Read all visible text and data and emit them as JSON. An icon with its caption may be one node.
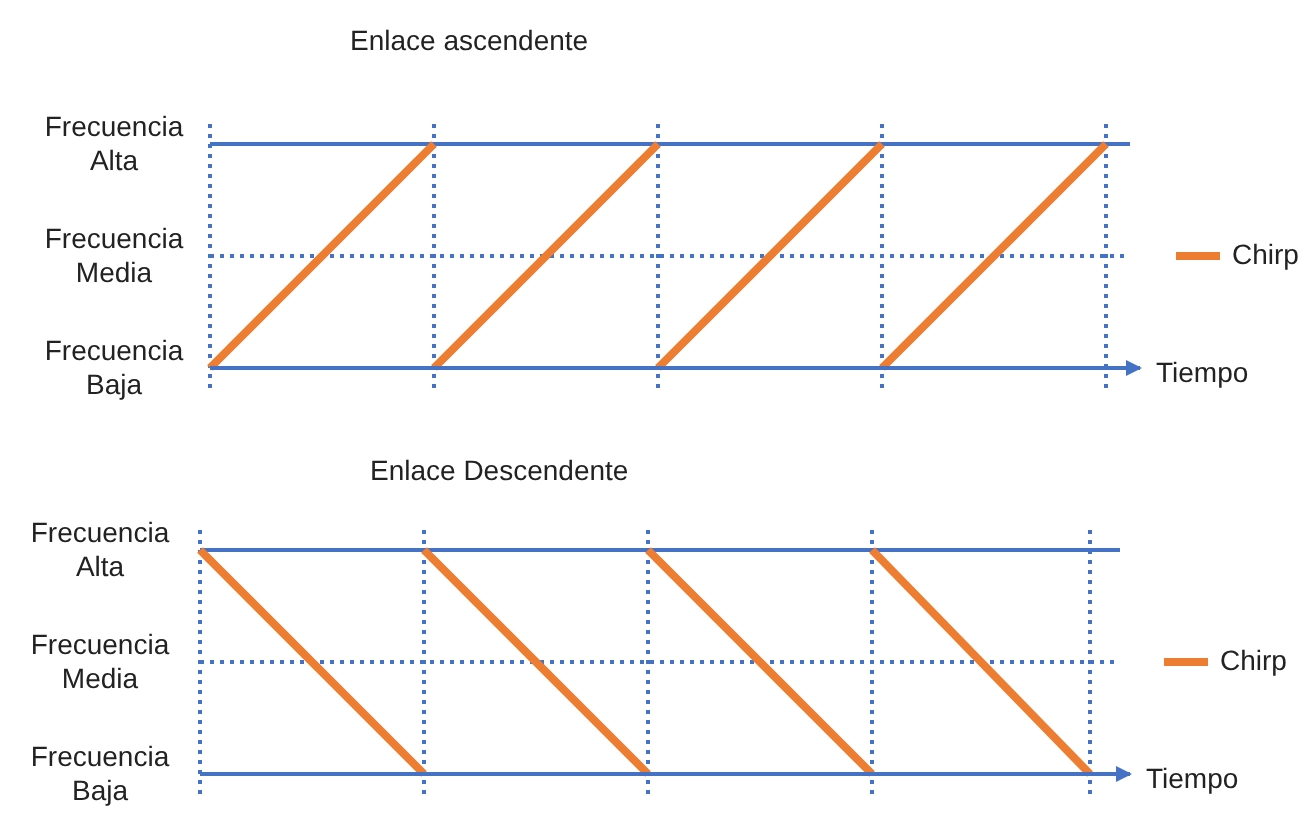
{
  "diagram": {
    "labels": [
      "Enlace ascendente",
      "Frecuencia Alta",
      "Frecuencia Media",
      "Frecuencia Baja",
      "Tiempo",
      "Enlace Descendente",
      "Frecuencia Alta",
      "Frecuencia Media",
      "Frecuencia Baja",
      "Tiempo"
    ],
    "legend": [
      {
        "text": "Chirp",
        "color": "#ed7d31"
      },
      {
        "text": "Chirp",
        "color": "#ed7d31"
      }
    ]
  }
}
